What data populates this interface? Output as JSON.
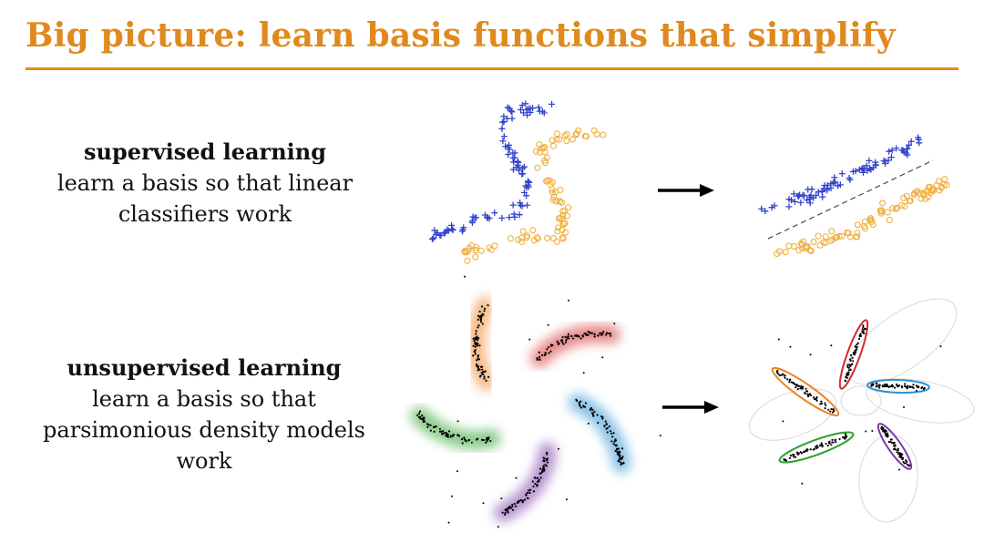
{
  "title": "Big picture: learn basis functions that simplify",
  "supervised": {
    "heading": "supervised learning",
    "lines": [
      "learn a basis so that linear",
      "classifiers work"
    ]
  },
  "unsupervised": {
    "heading": "unsupervised learning",
    "lines": [
      "learn a basis so that",
      "parsimonious density models",
      "work"
    ]
  },
  "colors": {
    "title": "#e08a1e",
    "class_plus": "#3344cc",
    "class_circle": "#f0b040",
    "red": "#d42a2a",
    "blue": "#2a8fd4",
    "orange": "#f08020",
    "green": "#2aa02a",
    "purple": "#7a3aaa"
  }
}
